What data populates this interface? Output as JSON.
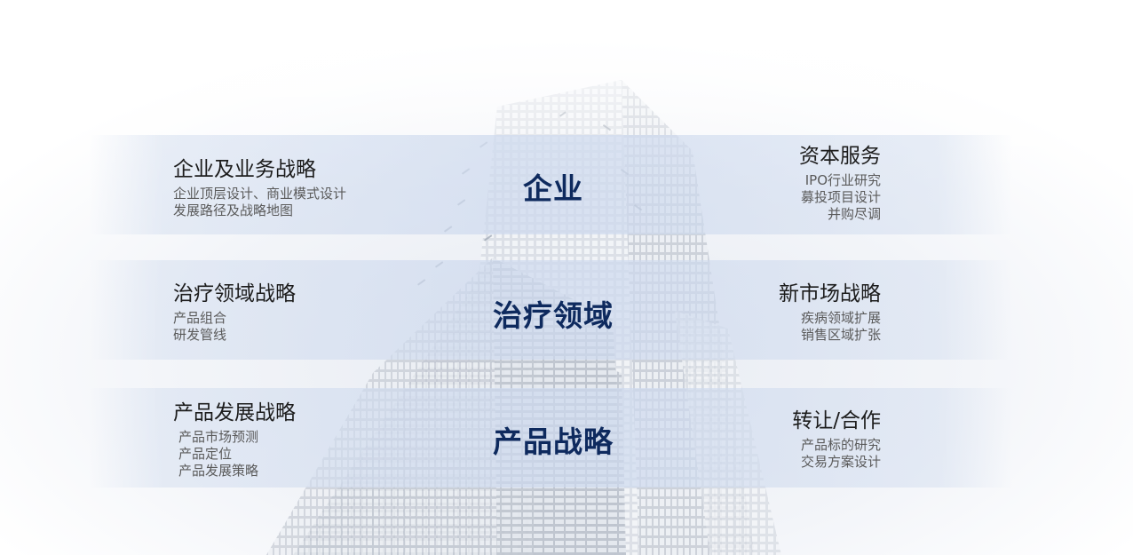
{
  "center_titles": [
    "企业",
    "治疗领域",
    "产品战略"
  ],
  "left": [
    {
      "title": "企业及业务战略",
      "lines": [
        "企业顶层设计、商业模式设计",
        "发展路径及战略地图"
      ]
    },
    {
      "title": "治疗领域战略",
      "lines": [
        "产品组合",
        "研发管线"
      ]
    },
    {
      "title": "产品发展战略",
      "lines": [
        "产品市场预测",
        "产品定位",
        "产品发展策略"
      ]
    }
  ],
  "right": [
    {
      "title": "资本服务",
      "lines": [
        "IPO行业研究",
        "募投项目设计",
        "并购尽调"
      ]
    },
    {
      "title": "新市场战略",
      "lines": [
        "疾病领域扩展",
        "销售区域扩张"
      ]
    },
    {
      "title": "转让/合作",
      "lines": [
        "产品标的研究",
        "交易方案设计"
      ]
    }
  ],
  "colors": {
    "title_accent": "#0e2a5e",
    "band": "#cdd9ee",
    "heading": "#1c1c1c",
    "subtext": "#5a5a5a"
  },
  "background": {
    "image": "skyscraper-photo"
  }
}
